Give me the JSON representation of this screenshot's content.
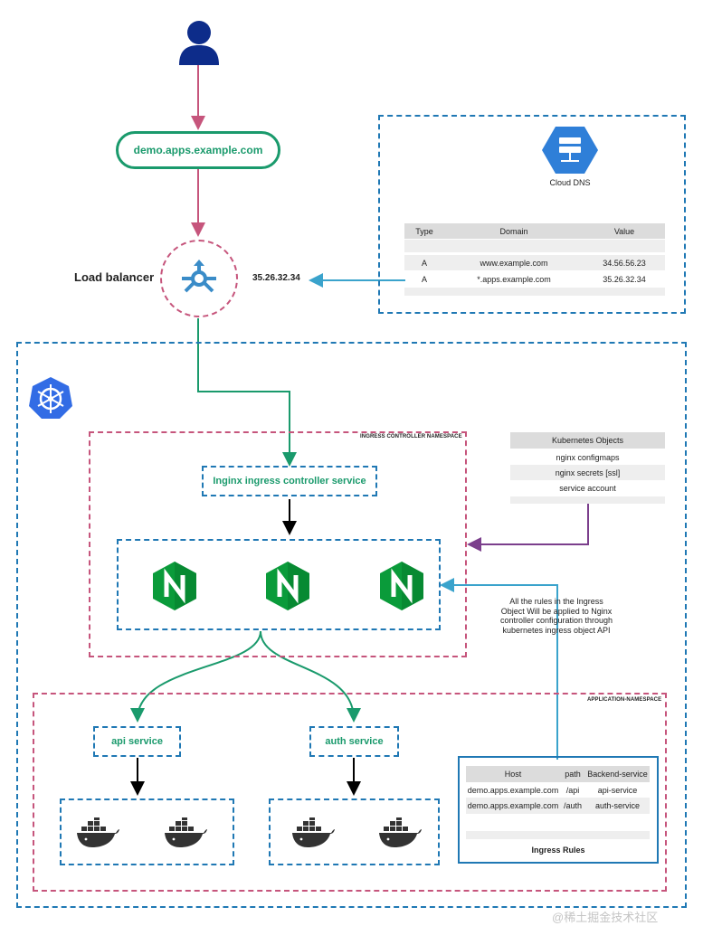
{
  "user": {
    "icon": "user-icon"
  },
  "domain_pill": {
    "text": "demo.apps.example.com"
  },
  "load_balancer": {
    "label": "Load balancer",
    "ip": "35.26.32.34",
    "icon": "load-balancer-icon"
  },
  "cloud_dns": {
    "label": "Cloud DNS",
    "icon": "cloud-dns-icon",
    "headers": [
      "Type",
      "Domain",
      "Value"
    ],
    "rows": [
      {
        "type": "A",
        "domain": "www.example.com",
        "value": "34.56.56.23"
      },
      {
        "type": "A",
        "domain": "*.apps.example.com",
        "value": "35.26.32.34"
      }
    ]
  },
  "kubernetes": {
    "icon": "kubernetes-icon"
  },
  "ingress_ns": {
    "label": "INGRESS CONTROLLER NAMESPACE",
    "controller_service": "Inginx ingress controller service",
    "pods": [
      "nginx-icon",
      "nginx-icon",
      "nginx-icon"
    ]
  },
  "k8s_objects": {
    "header": "Kubernetes Objects",
    "items": [
      "nginx configmaps",
      "nginx secrets [ssl]",
      "service account"
    ]
  },
  "rules_note": {
    "line1": "All the rules in the Ingress",
    "line2": "Object Will be applied to Nginx",
    "line3": "controller configuration through",
    "line4": "kubernetes ingress object API"
  },
  "app_ns": {
    "label": "APPLICATION-NAMESPACE",
    "api_service": "api service",
    "auth_service": "auth service",
    "containers": [
      "docker-icon",
      "docker-icon",
      "docker-icon",
      "docker-icon"
    ]
  },
  "ingress_rules": {
    "title": "Ingress Rules",
    "headers": [
      "Host",
      "path",
      "Backend-service"
    ],
    "rows": [
      {
        "host": "demo.apps.example.com",
        "path": "/api",
        "backend": "api-service"
      },
      {
        "host": "demo.apps.example.com",
        "path": "/auth",
        "backend": "auth-service"
      }
    ]
  },
  "watermark": {
    "text": "@稀土掘金技术社区"
  },
  "colors": {
    "blue": "#1f78b4",
    "pink": "#c6557c",
    "green": "#1a9a6c",
    "purple": "#7b3f8c",
    "cyan": "#3aa3cc",
    "navy": "#0d2c8a"
  }
}
